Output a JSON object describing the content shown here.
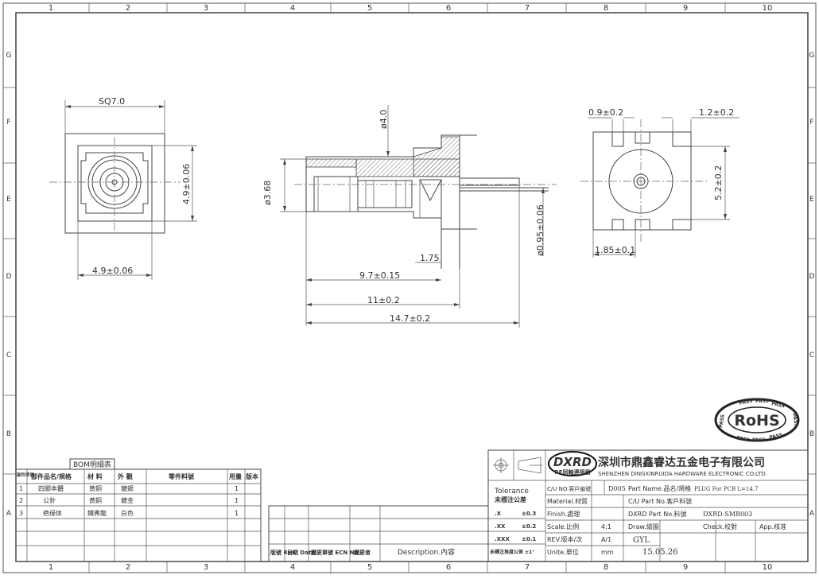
{
  "grid": {
    "columns": [
      "1",
      "2",
      "3",
      "4",
      "5",
      "6",
      "7",
      "8",
      "9",
      "10"
    ],
    "rows": [
      "G",
      "F",
      "E",
      "D",
      "C",
      "B",
      "A"
    ]
  },
  "dimensions": {
    "sq": "SQ7.0",
    "body_height": "4.9±0.06",
    "body_width": "4.9±0.06",
    "diam_4": "ø4.0",
    "diam_368": "ø3.68",
    "diam_095": "ø0.95±0.06",
    "d175": "1.75",
    "d97": "9.7±0.15",
    "d11": "11±0.2",
    "d147": "14.7±0.2",
    "d09": "0.9±0.2",
    "d12": "1.2±0.2",
    "d52": "5.2±0.2",
    "d185": "1.85±0.1"
  },
  "rohs": {
    "label": "RoHS",
    "ring": "PASS"
  },
  "bom": {
    "title": "BOM明細表",
    "headers": [
      "部件序號",
      "部件品名/規格",
      "材 料",
      "外 觀",
      "零件料號",
      "用量",
      "版本"
    ],
    "rows": [
      [
        "1",
        "四脚本體",
        "黄銅",
        "鍍銀",
        "",
        "1",
        ""
      ],
      [
        "2",
        "公針",
        "黄銅",
        "鍍金",
        "",
        "1",
        ""
      ],
      [
        "3",
        "绝缘体",
        "鐵弗龍",
        "白色",
        "",
        "1",
        ""
      ]
    ]
  },
  "revision": {
    "headers": [
      "版號 Rev.",
      "日期 Date.",
      "變更單號 ECN No.",
      "變更者",
      "Description.內容"
    ]
  },
  "title_block": {
    "logo": "DXRD",
    "logo_sub": "RF同軸連接器",
    "company_cn": "深圳市鼎鑫睿达五金电子有限公司",
    "company_en": "SHENZHEN DINGXINRUIDA HARDWARE ELECTRONIC CO.LTD.",
    "tolerance_label": "Tolerance",
    "tolerance_cn": "未標注公差",
    "tol": [
      {
        "k": ".X",
        "v": "±0.3"
      },
      {
        "k": ".XX",
        "v": "±0.2"
      },
      {
        "k": ".XXX",
        "v": "±0.1"
      }
    ],
    "angle_note": "未標注角度公差 ±1°",
    "cu_no_label": "C/U NO.客戶編號",
    "cu_no": "D005",
    "part_name_label": "Part Name.品名/規格",
    "part_name": "PLUG For PCB L=14.7",
    "material_label": "Material.材質",
    "cu_part_label": "C/U Part No.客戶料號",
    "finish_label": "Finish.處理",
    "dxrd_part_label": "DXRD Part No.料號",
    "dxrd_part": "DXRD-SMB003",
    "scale_label": "Scale.比例",
    "scale": "4:1",
    "draw_label": "Draw.繪圖",
    "check_label": "Check.校對",
    "app_label": "App.核准",
    "rev_label": "REV.版本/次",
    "rev": "A/1",
    "drawer": "GYL",
    "unit_label": "Unite.單位",
    "unit": "mm",
    "date": "15.05.26"
  }
}
